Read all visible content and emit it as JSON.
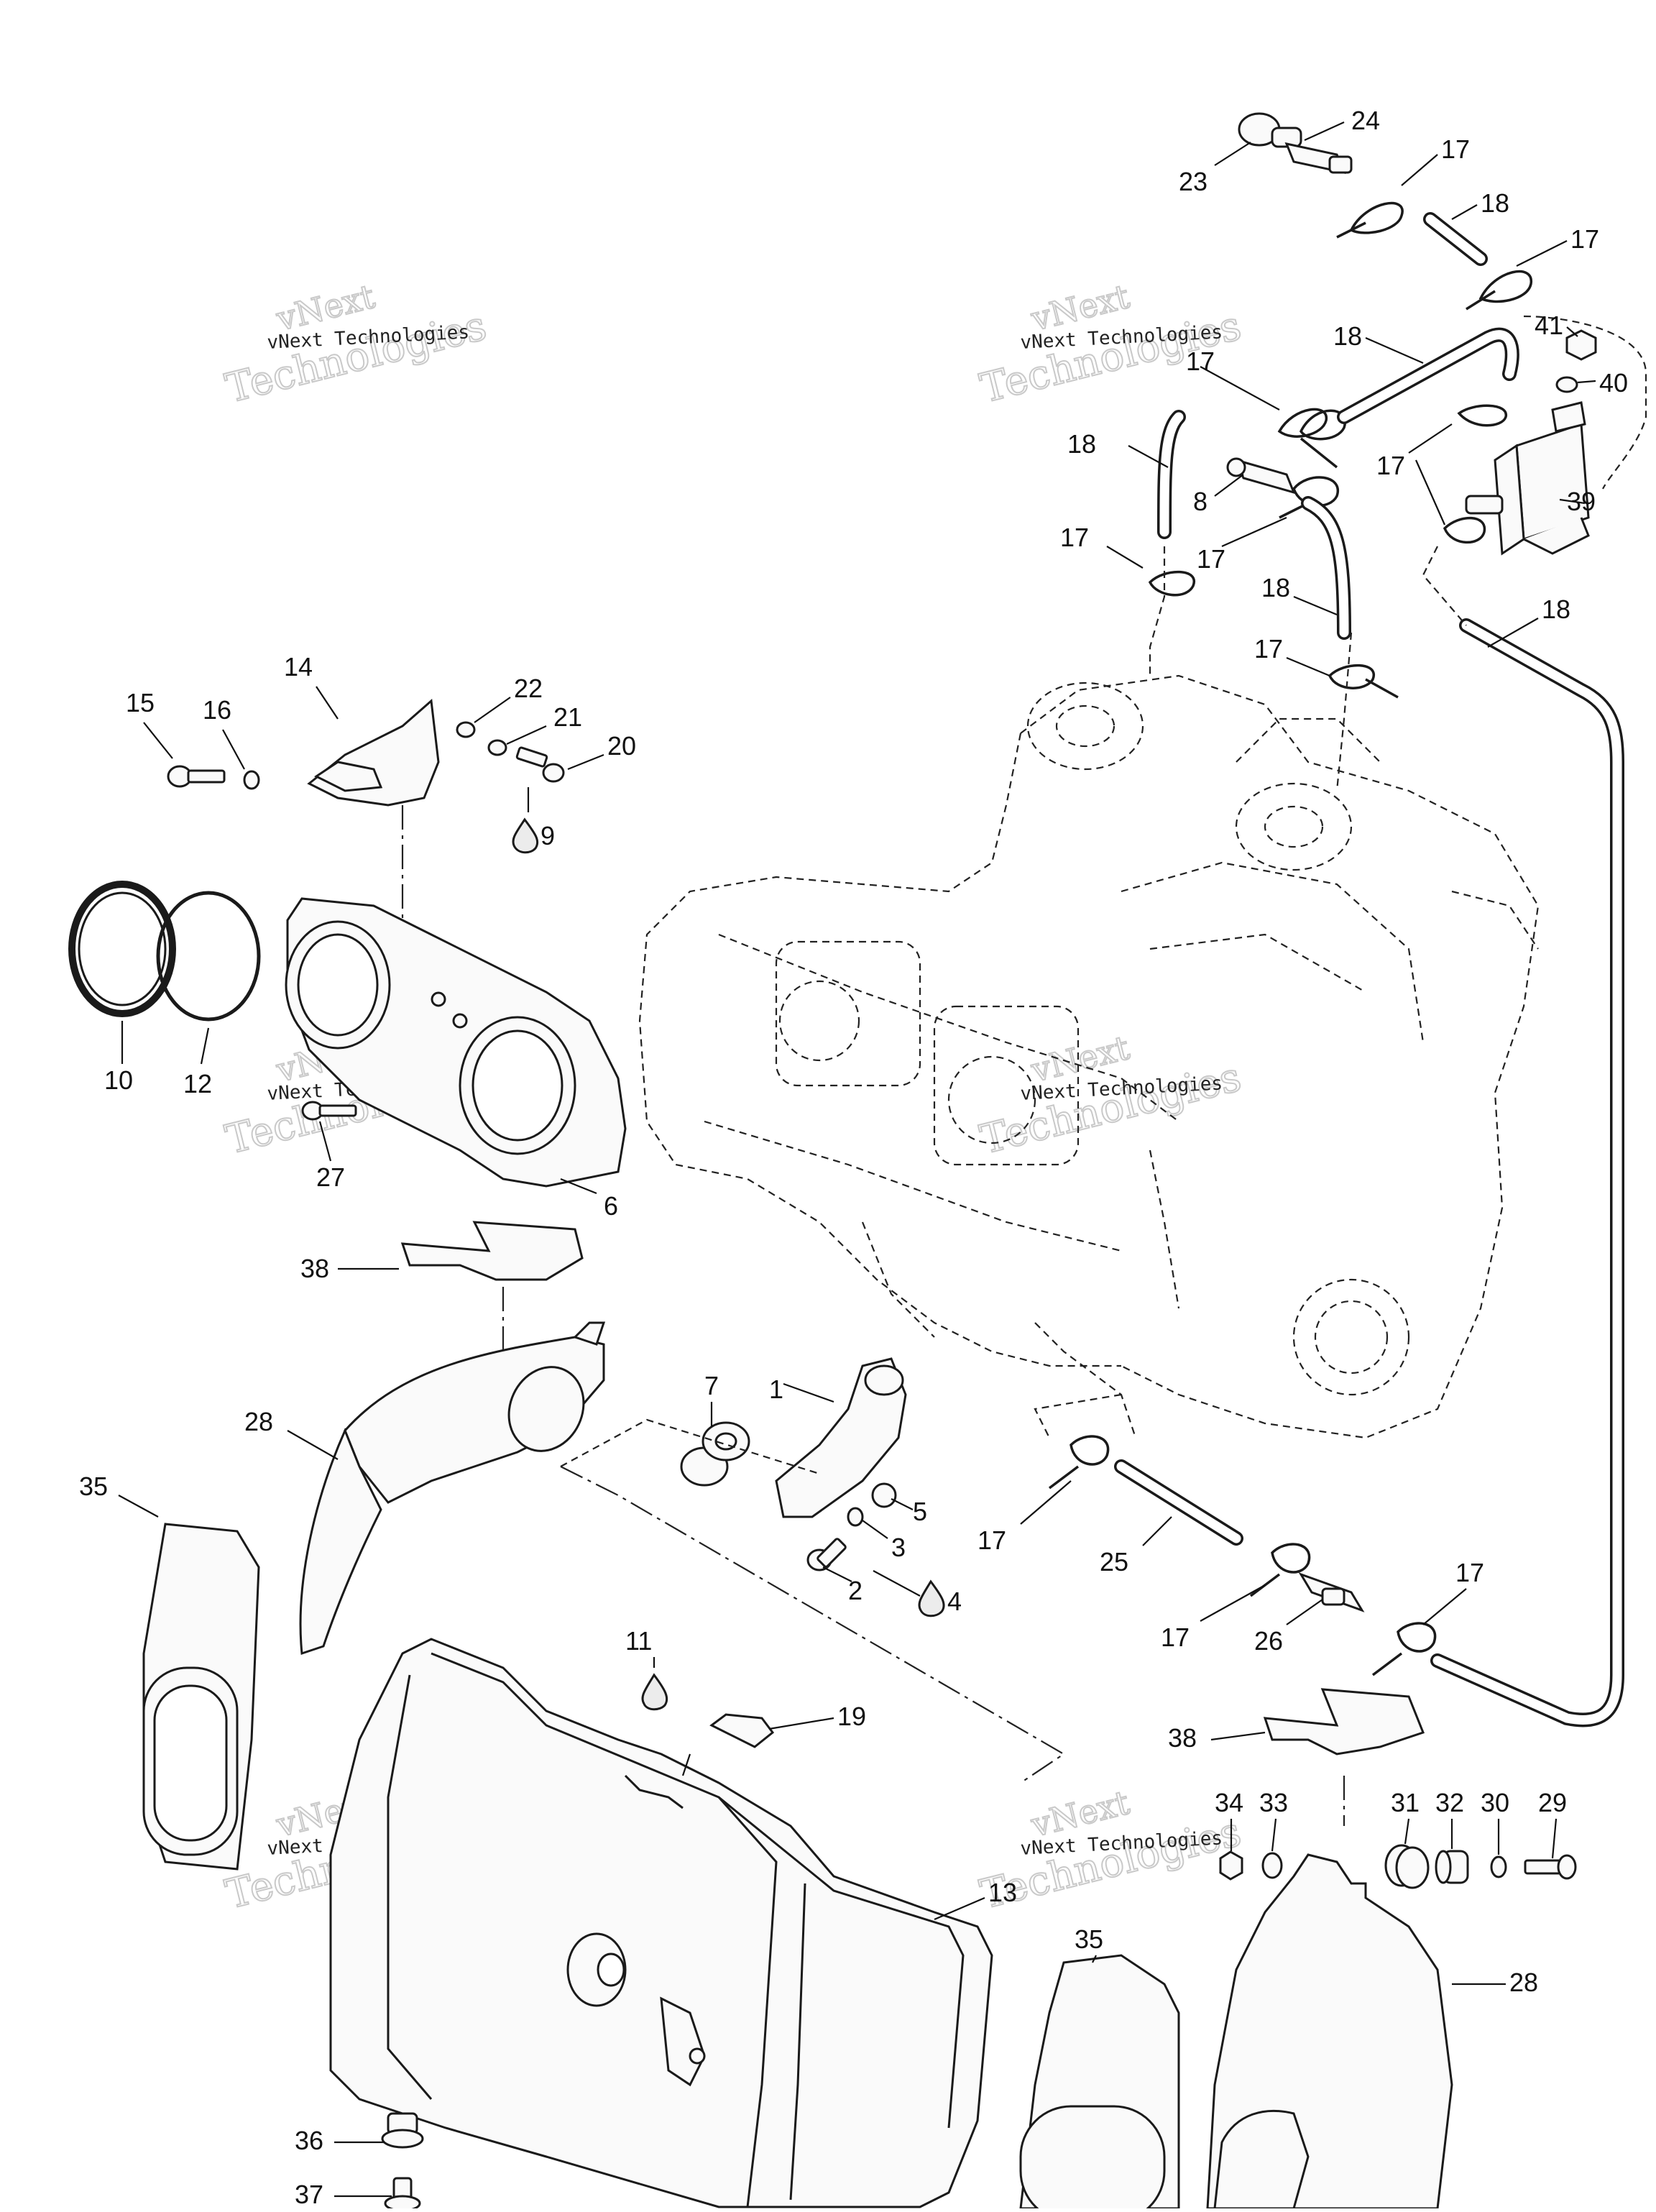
{
  "watermark": {
    "line1": "vNext",
    "line2": "Technologies",
    "small": "vNext Technologies"
  },
  "callouts": [
    {
      "id": "c24a",
      "text": "24"
    },
    {
      "id": "c23",
      "text": "23"
    },
    {
      "id": "c17a",
      "text": "17"
    },
    {
      "id": "c18a",
      "text": "18"
    },
    {
      "id": "c17b",
      "text": "17"
    },
    {
      "id": "c41",
      "text": "41"
    },
    {
      "id": "c40",
      "text": "40"
    },
    {
      "id": "c18b",
      "text": "18"
    },
    {
      "id": "c17c",
      "text": "17"
    },
    {
      "id": "c18c",
      "text": "18"
    },
    {
      "id": "c8",
      "text": "8"
    },
    {
      "id": "c17d",
      "text": "17"
    },
    {
      "id": "c39",
      "text": "39"
    },
    {
      "id": "c17e",
      "text": "17"
    },
    {
      "id": "c17f",
      "text": "17"
    },
    {
      "id": "c18d",
      "text": "18"
    },
    {
      "id": "c18e",
      "text": "18"
    },
    {
      "id": "c17g",
      "text": "17"
    },
    {
      "id": "c14",
      "text": "14"
    },
    {
      "id": "c15",
      "text": "15"
    },
    {
      "id": "c16",
      "text": "16"
    },
    {
      "id": "c22",
      "text": "22"
    },
    {
      "id": "c21",
      "text": "21"
    },
    {
      "id": "c20",
      "text": "20"
    },
    {
      "id": "c9",
      "text": "9"
    },
    {
      "id": "c10",
      "text": "10"
    },
    {
      "id": "c12",
      "text": "12"
    },
    {
      "id": "c27",
      "text": "27"
    },
    {
      "id": "c6",
      "text": "6"
    },
    {
      "id": "c38a",
      "text": "38"
    },
    {
      "id": "c7",
      "text": "7"
    },
    {
      "id": "c1",
      "text": "1"
    },
    {
      "id": "c28a",
      "text": "28"
    },
    {
      "id": "c35a",
      "text": "35"
    },
    {
      "id": "c5",
      "text": "5"
    },
    {
      "id": "c3",
      "text": "3"
    },
    {
      "id": "c2",
      "text": "2"
    },
    {
      "id": "c4",
      "text": "4"
    },
    {
      "id": "c17h",
      "text": "17"
    },
    {
      "id": "c25",
      "text": "25"
    },
    {
      "id": "c17i",
      "text": "17"
    },
    {
      "id": "c26",
      "text": "26"
    },
    {
      "id": "c17j",
      "text": "17"
    },
    {
      "id": "c11",
      "text": "11"
    },
    {
      "id": "c19",
      "text": "19"
    },
    {
      "id": "c38b",
      "text": "38"
    },
    {
      "id": "c34",
      "text": "34"
    },
    {
      "id": "c33",
      "text": "33"
    },
    {
      "id": "c31",
      "text": "31"
    },
    {
      "id": "c32",
      "text": "32"
    },
    {
      "id": "c30",
      "text": "30"
    },
    {
      "id": "c29",
      "text": "29"
    },
    {
      "id": "c13",
      "text": "13"
    },
    {
      "id": "c35b",
      "text": "35"
    },
    {
      "id": "c28b",
      "text": "28"
    },
    {
      "id": "c36",
      "text": "36"
    },
    {
      "id": "c37",
      "text": "37"
    }
  ]
}
